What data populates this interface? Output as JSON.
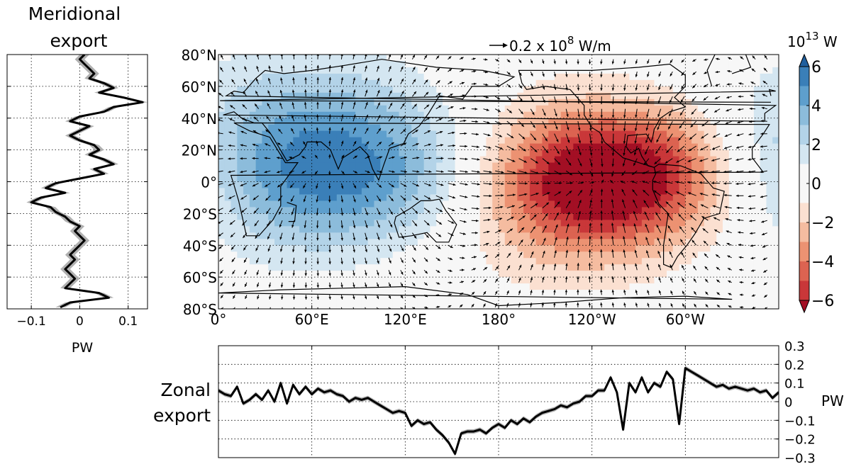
{
  "colors": {
    "positive_ramp": [
      "#d4e6f1",
      "#b3d3e8",
      "#8cbcdb",
      "#5e9fcd",
      "#3a7fb8",
      "#1f5f9e"
    ],
    "zero": "#f7f7f7",
    "negative_ramp": [
      "#fbe0d1",
      "#f5bca0",
      "#ec9272",
      "#dc6351",
      "#c93739",
      "#a30f24"
    ],
    "line": "#000000",
    "band": "#b0b0b0"
  },
  "chart_data": [
    {
      "id": "meridional",
      "type": "line",
      "orientation": "vertical",
      "title": "Meridional\nexport",
      "xlabel": "PW",
      "xlim": [
        -0.15,
        0.14
      ],
      "ylim": [
        -80,
        80
      ],
      "xticks": [
        -0.1,
        0,
        0.1
      ],
      "xtick_labels": [
        "−0.1",
        "0",
        "0.1"
      ],
      "grid": true,
      "lat": [
        80,
        77,
        74,
        71,
        68,
        65,
        62,
        59,
        56,
        53,
        50,
        47,
        44,
        41,
        38,
        35,
        32,
        29,
        26,
        23,
        20,
        17,
        14,
        11,
        8,
        5,
        2,
        -1,
        -4,
        -7,
        -10,
        -13,
        -16,
        -19,
        -22,
        -25,
        -28,
        -31,
        -34,
        -37,
        -40,
        -43,
        -46,
        -49,
        -52,
        -55,
        -58,
        -61,
        -64,
        -67,
        -70,
        -73,
        -76,
        -79
      ],
      "values": [
        0.01,
        0.0,
        0.01,
        0.02,
        0.03,
        0.02,
        0.05,
        0.07,
        0.04,
        0.09,
        0.13,
        0.07,
        0.05,
        0.0,
        -0.02,
        0.02,
        0.0,
        -0.02,
        0.0,
        0.03,
        0.04,
        0.02,
        0.05,
        0.07,
        0.03,
        0.05,
        0.0,
        -0.05,
        -0.07,
        -0.03,
        -0.08,
        -0.1,
        -0.06,
        -0.05,
        -0.03,
        -0.02,
        0.0,
        -0.01,
        0.0,
        0.01,
        0.0,
        -0.01,
        -0.02,
        -0.01,
        -0.02,
        -0.03,
        -0.02,
        -0.01,
        -0.02,
        -0.03,
        0.04,
        0.06,
        -0.02,
        -0.04
      ],
      "band": 0.01
    },
    {
      "id": "map",
      "type": "heatmap",
      "title": "",
      "lon_range": [
        0,
        360
      ],
      "lat_range": [
        -80,
        80
      ],
      "xticks": [
        0,
        60,
        120,
        180,
        240,
        300
      ],
      "xtick_labels": [
        "0°",
        "60°E",
        "120°E",
        "180°",
        "120°W",
        "60°W"
      ],
      "yticks": [
        80,
        60,
        40,
        20,
        0,
        -20,
        -40,
        -60,
        -80
      ],
      "ytick_labels": [
        "80°N",
        "60°N",
        "40°N",
        "20°N",
        "0°",
        "20°S",
        "40°S",
        "60°S",
        "80°S"
      ],
      "grid": true,
      "blobs": [
        {
          "lon": 95,
          "lat": 5,
          "slon": 55,
          "slat": 32,
          "amp": 4.6
        },
        {
          "lon": 40,
          "lat": 5,
          "slon": 40,
          "slat": 40,
          "amp": 1.8
        },
        {
          "lon": 60,
          "lat": 50,
          "slon": 70,
          "slat": 30,
          "amp": 1.4
        },
        {
          "lon": 250,
          "lat": 0,
          "slon": 45,
          "slat": 28,
          "amp": -6.0
        },
        {
          "lon": 215,
          "lat": 0,
          "slon": 60,
          "slat": 45,
          "amp": -2.6
        },
        {
          "lon": 290,
          "lat": 20,
          "slon": 25,
          "slat": 25,
          "amp": -1.0
        }
      ],
      "arrow_key_label": "0.2 x 10",
      "arrow_key_exp": "8",
      "arrow_key_unit": " W/m"
    },
    {
      "id": "colorbar",
      "type": "colorbar",
      "unit_base": "10",
      "unit_exp": "13",
      "unit_tail": " W",
      "range": [
        -6,
        6
      ],
      "levels": [
        -6,
        -5,
        -4,
        -3,
        -2,
        -1,
        0,
        1,
        2,
        3,
        4,
        5,
        6
      ],
      "tick_labels": [
        "6",
        "4",
        "2",
        "0",
        "−2",
        "−4",
        "−6"
      ],
      "tick_values": [
        6,
        4,
        2,
        0,
        -2,
        -4,
        -6
      ]
    },
    {
      "id": "zonal",
      "type": "line",
      "title": "Zonal\nexport",
      "ylabel": "PW",
      "ylim": [
        -0.3,
        0.3
      ],
      "xlim": [
        0,
        360
      ],
      "yticks": [
        0.3,
        0.2,
        0.1,
        0,
        -0.1,
        -0.2,
        -0.3
      ],
      "ytick_labels": [
        "0.3",
        "0.2",
        "0.1",
        "0",
        "−0.1",
        "−0.2",
        "−0.3"
      ],
      "grid": true,
      "lon": [
        0,
        4,
        8,
        12,
        16,
        20,
        24,
        28,
        32,
        36,
        40,
        44,
        48,
        52,
        56,
        60,
        64,
        68,
        72,
        76,
        80,
        84,
        88,
        92,
        96,
        100,
        104,
        108,
        112,
        116,
        120,
        124,
        128,
        132,
        136,
        140,
        144,
        148,
        152,
        156,
        160,
        164,
        168,
        172,
        176,
        180,
        184,
        188,
        192,
        196,
        200,
        204,
        208,
        212,
        216,
        220,
        224,
        228,
        232,
        236,
        240,
        244,
        248,
        252,
        256,
        260,
        264,
        268,
        272,
        276,
        280,
        284,
        288,
        292,
        296,
        300,
        304,
        308,
        312,
        316,
        320,
        324,
        328,
        332,
        336,
        340,
        344,
        348,
        352,
        356,
        360
      ],
      "values": [
        0.06,
        0.04,
        0.03,
        0.08,
        -0.01,
        0.01,
        0.04,
        0.01,
        0.06,
        0.0,
        0.1,
        -0.01,
        0.09,
        0.04,
        0.08,
        0.04,
        0.07,
        0.05,
        0.06,
        0.04,
        0.03,
        0.0,
        0.02,
        0.01,
        0.02,
        0.0,
        -0.02,
        -0.04,
        -0.06,
        -0.05,
        -0.06,
        -0.13,
        -0.1,
        -0.12,
        -0.11,
        -0.15,
        -0.18,
        -0.22,
        -0.28,
        -0.17,
        -0.16,
        -0.16,
        -0.15,
        -0.17,
        -0.14,
        -0.12,
        -0.14,
        -0.1,
        -0.12,
        -0.09,
        -0.11,
        -0.08,
        -0.06,
        -0.05,
        -0.04,
        -0.02,
        -0.03,
        -0.01,
        0.0,
        0.03,
        0.03,
        0.06,
        0.06,
        0.13,
        0.05,
        -0.15,
        0.1,
        0.05,
        0.13,
        0.05,
        0.1,
        0.08,
        0.16,
        0.12,
        -0.12,
        0.18,
        0.16,
        0.14,
        0.12,
        0.1,
        0.08,
        0.09,
        0.07,
        0.08,
        0.07,
        0.06,
        0.07,
        0.05,
        0.06,
        0.02,
        0.05
      ],
      "band": 0.012
    }
  ]
}
